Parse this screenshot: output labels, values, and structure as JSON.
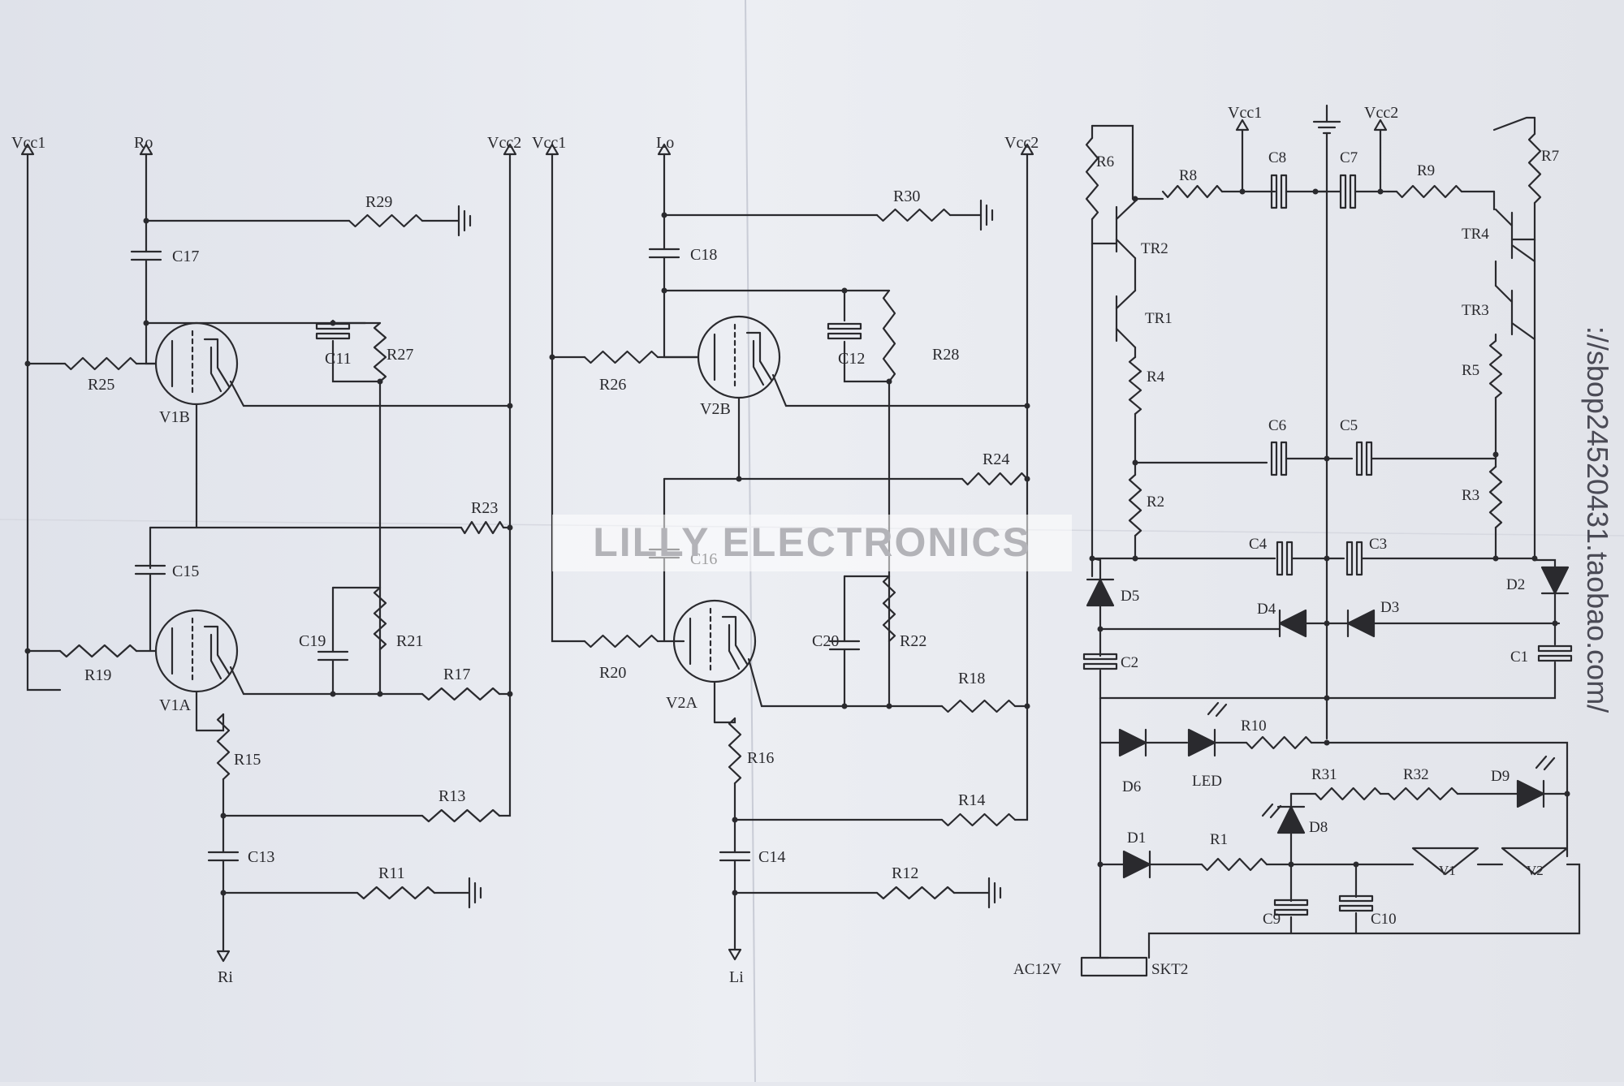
{
  "watermark": "LILLY ELECTRONICS",
  "side_text": "://sbop24520431.taobao.com/",
  "labels": {
    "lvcc1": "Vcc1",
    "ro": "Ro",
    "lvcc2": "Vcc2",
    "mvcc1": "Vcc1",
    "lo": "Lo",
    "mvcc2": "Vcc2",
    "pvcc1": "Vcc1",
    "pvcc2": "Vcc2",
    "ri": "Ri",
    "li": "Li",
    "r29": "R29",
    "c17": "C17",
    "c11": "C11",
    "r27": "R27",
    "r25": "R25",
    "v1b": "V1B",
    "r23": "R23",
    "c15": "C15",
    "c19": "C19",
    "r21": "R21",
    "r19": "R19",
    "v1a": "V1A",
    "r17": "R17",
    "r15": "R15",
    "r13": "R13",
    "c13": "C13",
    "r11": "R11",
    "r30": "R30",
    "c18": "C18",
    "c12": "C12",
    "r28": "R28",
    "r26": "R26",
    "v2b": "V2B",
    "r24": "R24",
    "c16": "C16",
    "c20": "C20",
    "r22": "R22",
    "r20": "R20",
    "v2a": "V2A",
    "r18": "R18",
    "r16": "R16",
    "r14": "R14",
    "c14": "C14",
    "r12": "R12",
    "r6": "R6",
    "r8": "R8",
    "c8": "C8",
    "c7": "C7",
    "r9": "R9",
    "r7": "R7",
    "tr2": "TR2",
    "tr1": "TR1",
    "tr4": "TR4",
    "tr3": "TR3",
    "r4": "R4",
    "r5": "R5",
    "c6": "C6",
    "c5": "C5",
    "r2": "R2",
    "r3": "R3",
    "c4": "C4",
    "c3": "C3",
    "d5": "D5",
    "d4": "D4",
    "d3": "D3",
    "d2": "D2",
    "c2": "C2",
    "c1": "C1",
    "d6": "D6",
    "led": "LED",
    "r10": "R10",
    "r31": "R31",
    "r32": "R32",
    "d9": "D9",
    "d8": "D8",
    "d1": "D1",
    "r1": "R1",
    "v1": "V1",
    "v2": "V2",
    "c9": "C9",
    "c10": "C10",
    "ac12v": "AC12V",
    "skt2": "SKT2"
  },
  "colors": {
    "paper": "#e6e8ee",
    "ink": "#2a2a2e",
    "watermark": "#b3b3b8"
  }
}
